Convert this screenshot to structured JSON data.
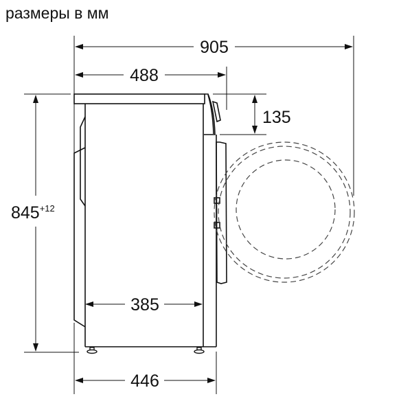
{
  "title": "размеры в мм",
  "dimensions": {
    "total_depth_door_open": "905",
    "depth": "488",
    "door_protrusion": "135",
    "height": "845",
    "height_tolerance": "+12",
    "inner_depth": "385",
    "depth_with_door": "446"
  },
  "colors": {
    "line": "#111111",
    "dashed": "#444444",
    "background": "#ffffff"
  }
}
